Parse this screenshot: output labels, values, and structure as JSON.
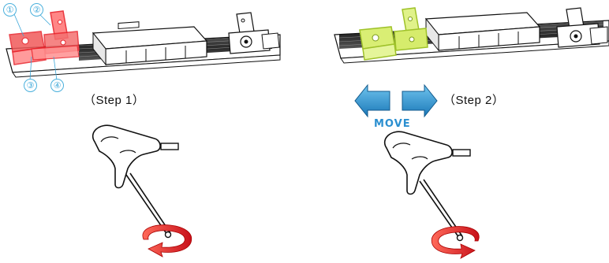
{
  "steps": [
    {
      "label": "（Step 1）"
    },
    {
      "label": "（Step 2）"
    }
  ],
  "move_label": "MOVE",
  "callouts": [
    "①",
    "②",
    "③",
    "④"
  ],
  "colors": {
    "highlight_red": "#e8242c",
    "highlight_green": "#c6e04a",
    "arrow_blue": "#2b8fd0",
    "callout_blue": "#3aa6d8",
    "rotation_red": "#e8242c",
    "line": "#111111"
  },
  "icons": [
    "hex-key-icon",
    "rotation-arrow-icon",
    "move-arrows-icon"
  ]
}
